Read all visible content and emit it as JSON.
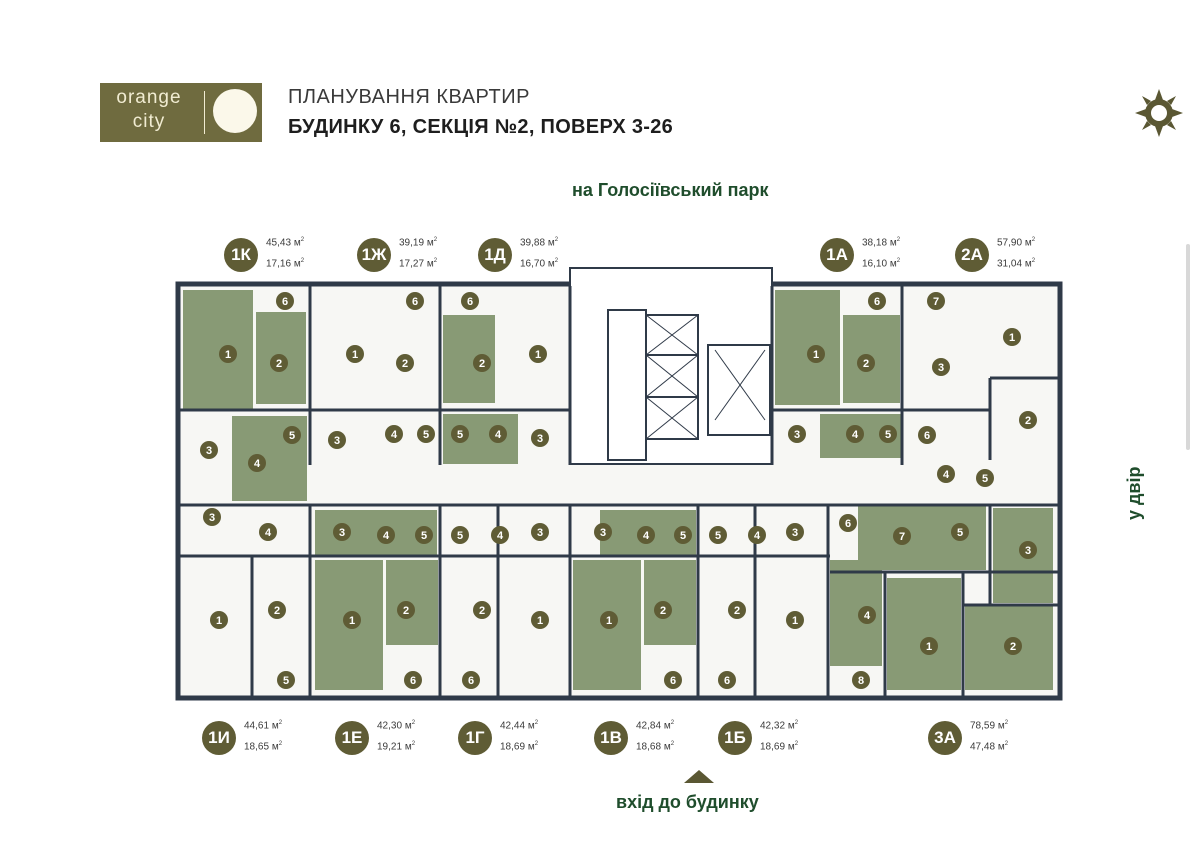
{
  "logo": {
    "line1": "orange",
    "line2": "city"
  },
  "header": {
    "title_line1": "ПЛАНУВАННЯ КВАРТИР",
    "title_line2": "БУДИНКУ 6, СЕКЦІЯ №2, ПОВЕРХ 3-26"
  },
  "orientation": {
    "top": "на Голосіївський парк",
    "right": "у двір",
    "bottom": "вхід до будинку"
  },
  "area_unit": "м",
  "area_unit_sup": "2",
  "apartments_top": [
    {
      "code": "1К",
      "total": "45,43",
      "living": "17,16"
    },
    {
      "code": "1Ж",
      "total": "39,19",
      "living": "17,27"
    },
    {
      "code": "1Д",
      "total": "39,88",
      "living": "16,70"
    },
    {
      "code": "1А",
      "total": "38,18",
      "living": "16,10"
    },
    {
      "code": "2А",
      "total": "57,90",
      "living": "31,04"
    }
  ],
  "apartments_bottom": [
    {
      "code": "1И",
      "total": "44,61",
      "living": "18,65"
    },
    {
      "code": "1Е",
      "total": "42,30",
      "living": "19,21"
    },
    {
      "code": "1Г",
      "total": "42,44",
      "living": "18,69"
    },
    {
      "code": "1В",
      "total": "42,84",
      "living": "18,68"
    },
    {
      "code": "1Б",
      "total": "42,32",
      "living": "18,69"
    },
    {
      "code": "3А",
      "total": "78,59",
      "living": "47,48"
    }
  ],
  "colors": {
    "olive": "#5f5c35",
    "room_green": "#889a75",
    "wall": "#2f3a48",
    "text_green": "#1f4d2c"
  }
}
